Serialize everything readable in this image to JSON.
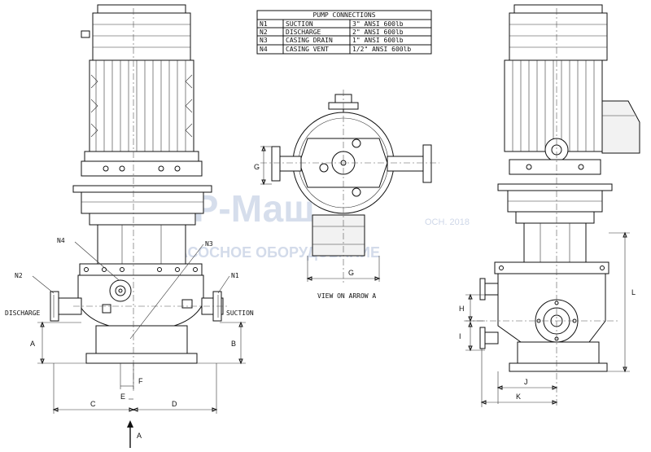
{
  "connections_table": {
    "title": "PUMP CONNECTIONS",
    "rows": [
      {
        "id": "N1",
        "name": "SUCTION",
        "spec": "3\" ANSI 600lb"
      },
      {
        "id": "N2",
        "name": "DISCHARGE",
        "spec": "2\" ANSI 600lb"
      },
      {
        "id": "N3",
        "name": "CASING DRAIN",
        "spec": "1\" ANSI 600lb"
      },
      {
        "id": "N4",
        "name": "CASING VENT",
        "spec": "1/2\" ANSI 600lb"
      }
    ]
  },
  "front_view": {
    "n1": "N1",
    "n2": "N2",
    "n3": "N3",
    "n4": "N4",
    "discharge": "DISCHARGE",
    "suction": "SUCTION",
    "dims": {
      "a": "A",
      "b": "B",
      "c": "C",
      "d": "D",
      "e": "E",
      "f": "F"
    },
    "arrow": "A"
  },
  "top_view": {
    "dim_g_left": "G",
    "dim_g_bottom": "G",
    "caption": "VIEW ON ARROW A"
  },
  "side_view": {
    "dims": {
      "h": "H",
      "i": "I",
      "j": "J",
      "k": "K",
      "l": "L"
    }
  },
  "watermark": {
    "brand": "ЭР-Маш",
    "subtitle": "НАСОСНОЕ ОБОРУДОВАНИЕ",
    "year": "ОСН. 2018"
  }
}
